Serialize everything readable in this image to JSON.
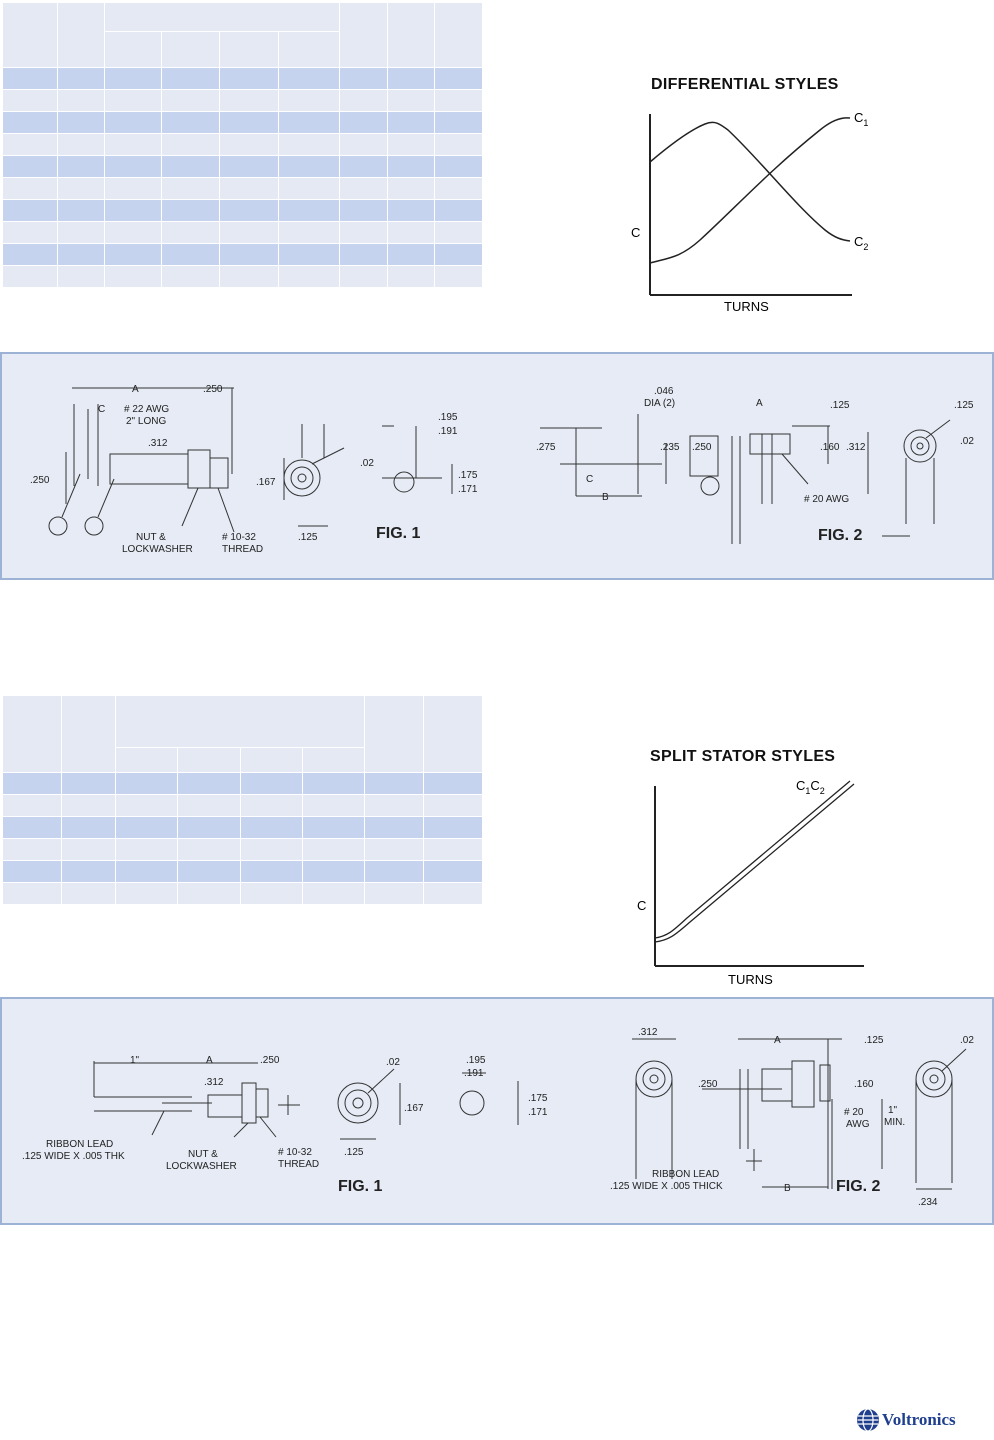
{
  "differential": {
    "title": "DIFFERENTIAL STYLES",
    "y_label": "C",
    "x_label": "TURNS",
    "curve1_label": "C",
    "curve1_sub": "1",
    "curve2_label": "C",
    "curve2_sub": "2"
  },
  "split_stator": {
    "title": "SPLIT STATOR STYLES",
    "y_label": "C",
    "x_label": "TURNS",
    "curve_label_a": "C",
    "curve_sub_a": "1",
    "curve_label_b": "C",
    "curve_sub_b": "2"
  },
  "drawing_top": {
    "fig1": {
      "label": "FIG. 1",
      "dim_a": "A",
      "dim_c": "C",
      "dim_250_top": ".250",
      "awg": "# 22 AWG",
      "long": "2\" LONG",
      "dim_312": ".312",
      "dim_250_left": ".250",
      "nut_1": "NUT &",
      "nut_2": "LOCKWASHER",
      "thread_1": "# 10-32",
      "thread_2": "THREAD",
      "dim_167": ".167",
      "dim_02": ".02",
      "dim_125": ".125",
      "dim_195": ".195",
      "dim_191": ".191",
      "dim_175": ".175",
      "dim_171": ".171"
    },
    "fig2": {
      "label": "FIG. 2",
      "dim_275": ".275",
      "dim_c": "C",
      "dim_b": "B",
      "dim_a": "A",
      "dim_235": ".235",
      "dim_250": ".250",
      "dim_125": ".125",
      "dim_160": ".160",
      "dim_312": ".312",
      "awg": "# 20 AWG",
      "dim_125_right": ".125",
      "dim_02": ".02",
      "dia_1": ".046",
      "dia_2": "DIA (2)"
    }
  },
  "drawing_bottom": {
    "fig1": {
      "label": "FIG. 1",
      "dim_1in": "1\"",
      "dim_a": "A",
      "dim_250": ".250",
      "dim_312": ".312",
      "ribbon_1": "RIBBON LEAD",
      "ribbon_2": ".125 WIDE X .005 THK",
      "nut_1": "NUT &",
      "nut_2": "LOCKWASHER",
      "thread_1": "# 10-32",
      "thread_2": "THREAD",
      "dim_02": ".02",
      "dim_167": ".167",
      "dim_125": ".125",
      "dim_195": ".195",
      "dim_191": ".191",
      "dim_175": ".175",
      "dim_171": ".171"
    },
    "fig2": {
      "label": "FIG. 2",
      "dim_312": ".312",
      "dim_a": "A",
      "dim_125": ".125",
      "dim_250": ".250",
      "dim_160": ".160",
      "awg_1": "# 20",
      "awg_2": "AWG",
      "min_1": "1\"",
      "min_2": "MIN.",
      "ribbon_1": "RIBBON LEAD",
      "ribbon_2": ".125 WIDE X .005 THICK",
      "dim_b": "B",
      "dim_234": ".234",
      "dim_02": ".02"
    }
  },
  "brand": {
    "name": "Voltronics",
    "color": "#1f3f8e"
  },
  "colors": {
    "table_dark": "#c5d3ee",
    "table_light": "#e4e9f4",
    "panel_bg": "#e6ebf5",
    "panel_border": "#9cb3d6"
  }
}
